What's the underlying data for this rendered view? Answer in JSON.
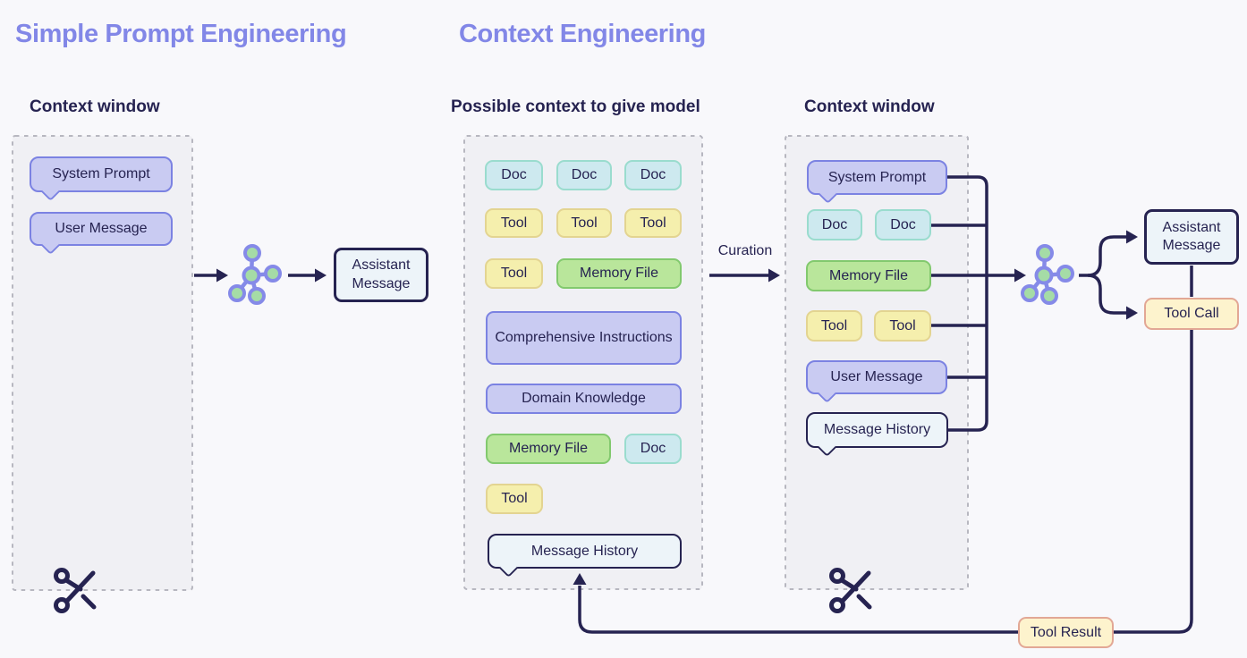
{
  "colors": {
    "background": "#f8f8fb",
    "title_accent": "#8287e7",
    "text_navy": "#262351",
    "panel_fill": "#f0f0f4",
    "panel_dash_border": "#b7b7c0",
    "lavender_fill": "#c9cbf2",
    "lavender_border": "#7b82e2",
    "doc_fill": "#cde9ef",
    "doc_border": "#9adcce",
    "tool_fill": "#f5efad",
    "tool_border": "#e3d491",
    "memory_fill": "#b9e69b",
    "memory_border": "#82c96e",
    "plain_fill": "#edf4f9",
    "tool_call_fill": "#fdf3cd",
    "tool_call_border": "#e2a795",
    "model_node_fill": "#a5dca6",
    "model_node_edge": "#858ae8"
  },
  "icons": {
    "model": "neural-network-icon",
    "trim": "scissors-icon"
  },
  "left": {
    "title": "Simple Prompt Engineering",
    "window_label": "Context window",
    "chips": [
      {
        "label": "System Prompt",
        "type": "bubble-lavender"
      },
      {
        "label": "User Message",
        "type": "bubble-lavender"
      }
    ],
    "output_label": "Assistant Message"
  },
  "right": {
    "title": "Context Engineering",
    "pool_label": "Possible context to give model",
    "pool_chips": [
      {
        "label": "Doc",
        "type": "doc"
      },
      {
        "label": "Doc",
        "type": "doc"
      },
      {
        "label": "Doc",
        "type": "doc"
      },
      {
        "label": "Tool",
        "type": "tool"
      },
      {
        "label": "Tool",
        "type": "tool"
      },
      {
        "label": "Tool",
        "type": "tool"
      },
      {
        "label": "Tool",
        "type": "tool"
      },
      {
        "label": "Memory File",
        "type": "memory"
      },
      {
        "label": "Comprehensive Instructions",
        "type": "lavender"
      },
      {
        "label": "Domain Knowledge",
        "type": "lavender"
      },
      {
        "label": "Memory File",
        "type": "memory"
      },
      {
        "label": "Doc",
        "type": "doc"
      },
      {
        "label": "Tool",
        "type": "tool"
      },
      {
        "label": "Message History",
        "type": "bubble-plain"
      }
    ],
    "curation_label": "Curation",
    "window_label": "Context window",
    "window_chips": [
      {
        "label": "System Prompt",
        "type": "bubble-lavender"
      },
      {
        "label": "Doc",
        "type": "doc"
      },
      {
        "label": "Doc",
        "type": "doc"
      },
      {
        "label": "Memory File",
        "type": "memory"
      },
      {
        "label": "Tool",
        "type": "tool"
      },
      {
        "label": "Tool",
        "type": "tool"
      },
      {
        "label": "User Message",
        "type": "bubble-lavender"
      },
      {
        "label": "Message History",
        "type": "bubble-plain"
      }
    ],
    "assistant_label": "Assistant Message",
    "tool_call_label": "Tool Call",
    "tool_result_label": "Tool Result"
  }
}
